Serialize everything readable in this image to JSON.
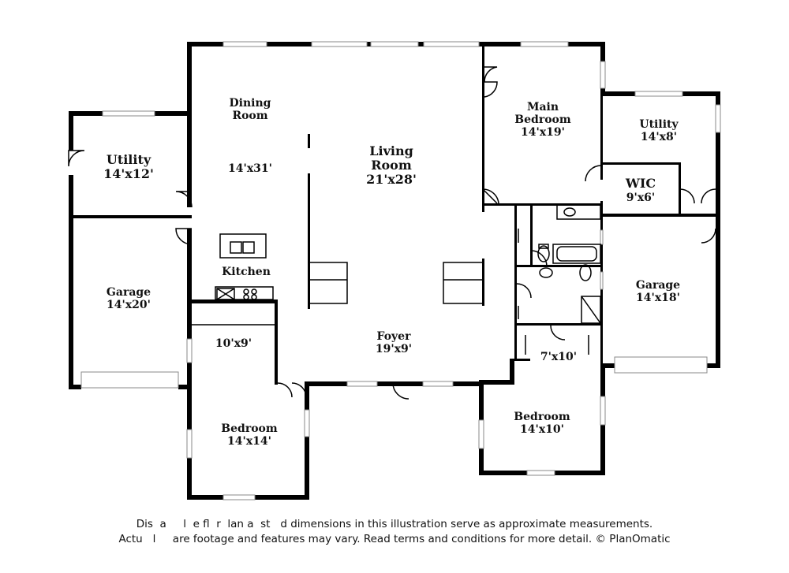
{
  "rooms": {
    "dining": {
      "name": "Dining\nRoom",
      "dim": "14'x31'"
    },
    "utility_left": {
      "name": "Utility",
      "dim": "14'x12'"
    },
    "living": {
      "name": "Living\nRoom",
      "dim": "21'x28'"
    },
    "main_bedroom": {
      "name": "Main\nBedroom",
      "dim": "14'x19'"
    },
    "utility_right": {
      "name": "Utility",
      "dim": "14'x8'"
    },
    "wic": {
      "name": "WIC",
      "dim": "9'x6'"
    },
    "kitchen": {
      "name": "Kitchen",
      "dim": ""
    },
    "garage_left": {
      "name": "Garage",
      "dim": "14'x20'"
    },
    "garage_right": {
      "name": "Garage",
      "dim": "14'x18'"
    },
    "nook": {
      "name": "",
      "dim": "10'x9'"
    },
    "foyer": {
      "name": "Foyer",
      "dim": "19'x9'"
    },
    "bath_hall": {
      "name": "",
      "dim": "7'x10'"
    },
    "bedroom_left": {
      "name": "Bedroom",
      "dim": "14'x14'"
    },
    "bedroom_right": {
      "name": "Bedroom",
      "dim": "14'x10'"
    }
  },
  "disclaimer": {
    "line1": "Dis  a     l  e fl  r  lan a  st   d dimensions in this illustration serve as approximate measurements.",
    "line2": "Actu   l     are footage and features may vary. Read terms and conditions for more detail. © PlanOmatic"
  }
}
